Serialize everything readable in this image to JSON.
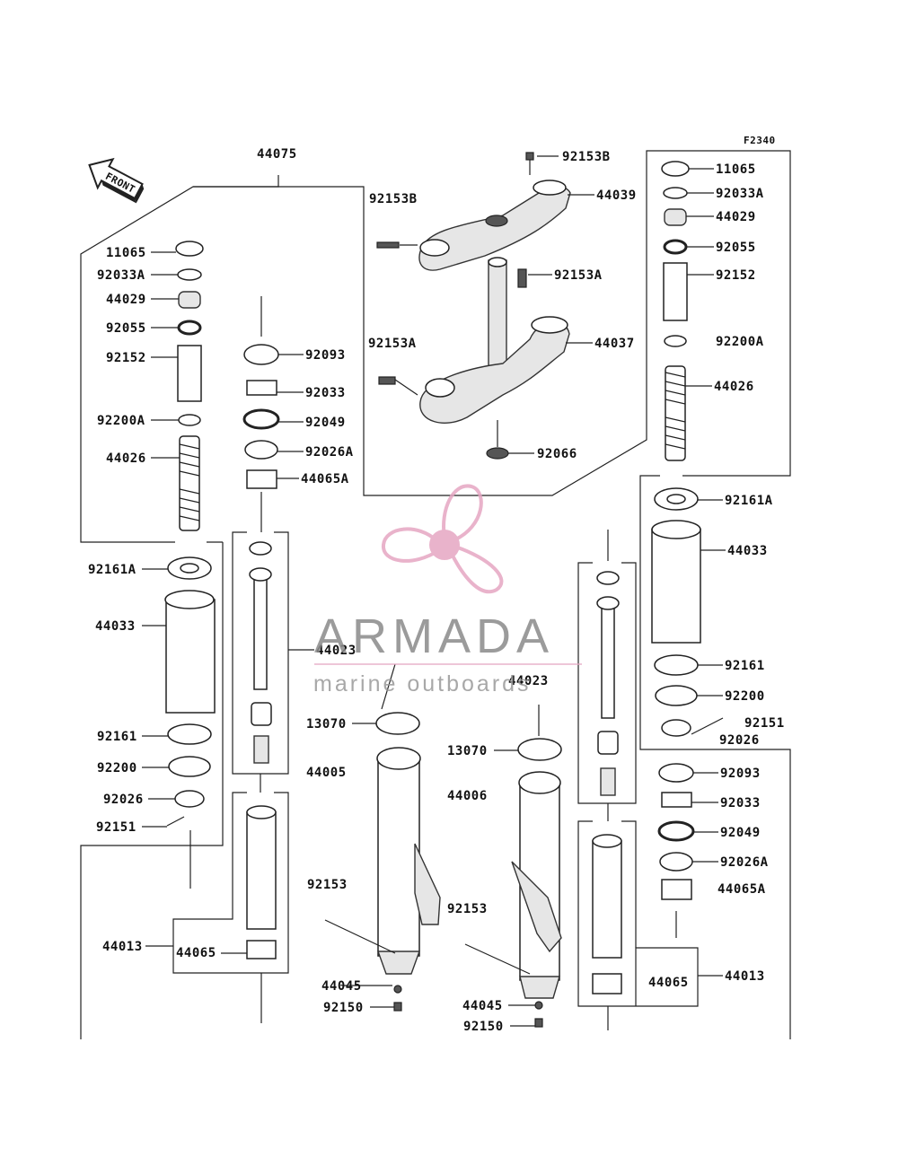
{
  "diagram": {
    "figure_code": "F2340",
    "front_label": "FRONT",
    "labels": {
      "l44075": "44075",
      "l92153B_top": "92153B",
      "l44039": "44039",
      "l92153B_left": "92153B",
      "l92153A_right": "92153A",
      "l92153A_left": "92153A",
      "l44037": "44037",
      "l92066": "92066",
      "l_11065": "11065",
      "l_92033A": "92033A",
      "l_44029": "44029",
      "l_92055": "92055",
      "l_92152": "92152",
      "l_92200A": "92200A",
      "l_44026": "44026",
      "l_92161A": "92161A",
      "l_44033": "44033",
      "l_92161": "92161",
      "l_92200": "92200",
      "l_92026": "92026",
      "l_92151": "92151",
      "l_44013": "44013",
      "l_44065": "44065",
      "m_92093": "92093",
      "m_92033": "92033",
      "m_92049": "92049",
      "m_92026A": "92026A",
      "m_44065A": "44065A",
      "m_44023": "44023",
      "m_13070": "13070",
      "m_44005": "44005",
      "m_92153": "92153",
      "m_44045": "44045",
      "m_92150": "92150",
      "c_44023": "44023",
      "c_13070": "13070",
      "c_44006": "44006",
      "c_92153": "92153",
      "c_44045": "44045",
      "c_92150": "92150",
      "r_11065": "11065",
      "r_92033A": "92033A",
      "r_44029": "44029",
      "r_92055": "92055",
      "r_92152": "92152",
      "r_92200A": "92200A",
      "r_44026": "44026",
      "r_92161A": "92161A",
      "r_44033": "44033",
      "r_92161": "92161",
      "r_92200": "92200",
      "r_92151": "92151",
      "r_92026": "92026",
      "r_92093": "92093",
      "r_92033": "92033",
      "r_92049": "92049",
      "r_92026A": "92026A",
      "r_44065A": "44065A",
      "r_44013": "44013",
      "r_44065": "44065"
    }
  },
  "watermark": {
    "title": "ARMADA",
    "subtitle": "marine outboards",
    "logo_icon": "propeller-icon",
    "accent_color": "#e6a6c2",
    "text_color": "#8a8a8a"
  }
}
